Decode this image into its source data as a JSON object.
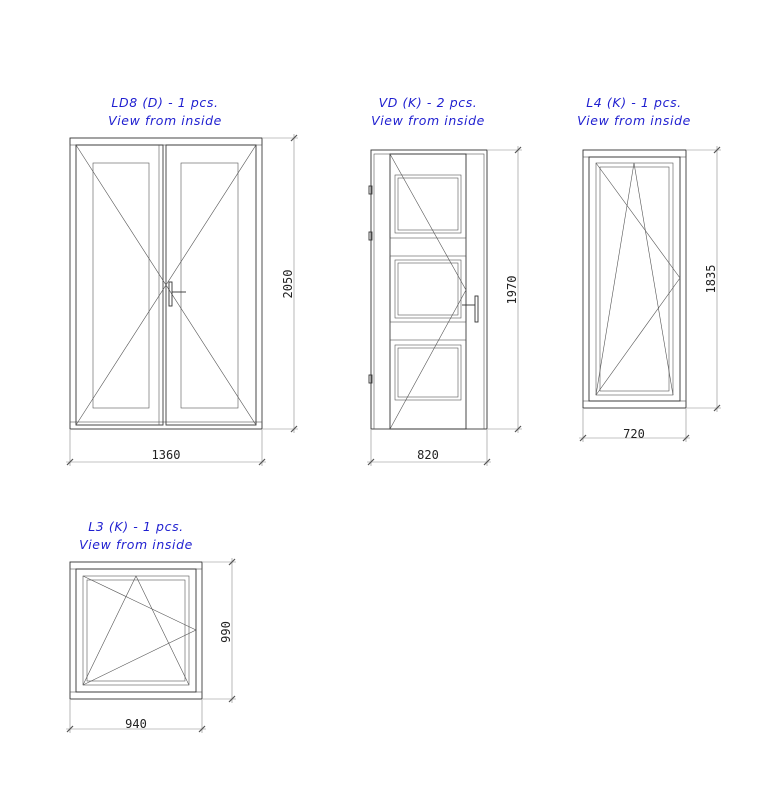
{
  "colors": {
    "caption": "#1f1fd0",
    "lines": "#333333"
  },
  "items": [
    {
      "code": "LD8 (D) - 1 pcs.",
      "view": "View from inside",
      "width": "1360",
      "height": "2050"
    },
    {
      "code": "VD (K) - 2 pcs.",
      "view": "View from inside",
      "width": "820",
      "height": "1970"
    },
    {
      "code": "L4 (K) - 1 pcs.",
      "view": "View from inside",
      "width": "720",
      "height": "1835"
    },
    {
      "code": "L3 (K) - 1 pcs.",
      "view": "View from inside",
      "width": "940",
      "height": "990"
    }
  ]
}
